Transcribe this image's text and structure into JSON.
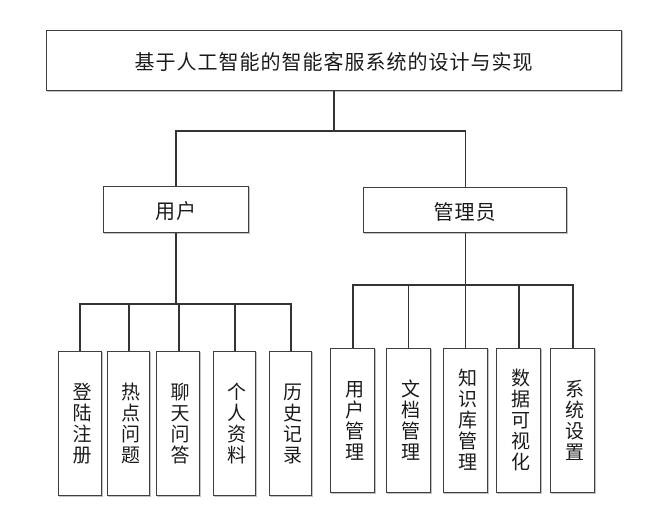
{
  "diagram": {
    "title": "基于人工智能的智能客服系统的设计与实现",
    "branches": [
      {
        "label": "用户",
        "children": [
          "登陆注册",
          "热点问题",
          "聊天问答",
          "个人资料",
          "历史记录"
        ]
      },
      {
        "label": "管理员",
        "children": [
          "用户管理",
          "文档管理",
          "知识库管理",
          "数据可视化",
          "系统设置"
        ]
      }
    ],
    "colors": {
      "background": "#ffffff",
      "line": "#333333",
      "border": "#3f3f3f",
      "text": "#1a1a1a"
    }
  }
}
